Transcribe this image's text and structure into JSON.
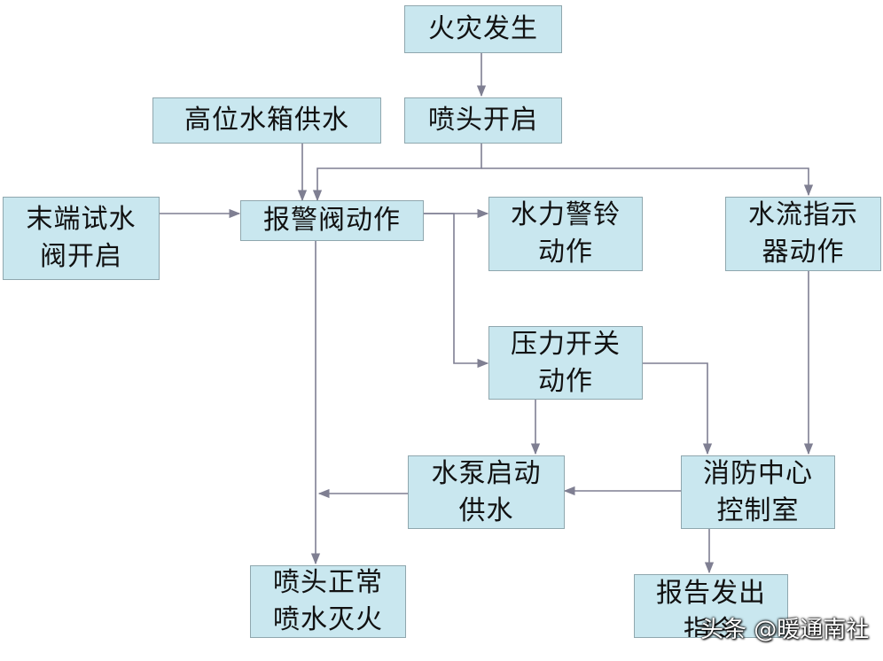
{
  "diagram": {
    "nodes": {
      "fire": "火灾发生",
      "sprinkler_open": "喷头开启",
      "tank_supply": "高位水箱供水",
      "end_test_valve": "末端试水\n阀开启",
      "alarm_valve": "报警阀动作",
      "water_bell": "水力警铃\n动作",
      "flow_indicator": "水流指示\n器动作",
      "pressure_switch": "压力开关\n动作",
      "pump_start": "水泵启动\n供水",
      "fire_center": "消防中心\n控制室",
      "normal_spray": "喷头正常\n喷水灭火",
      "report": "报告发出\n指令"
    },
    "edges": [
      {
        "from": "fire",
        "to": "sprinkler_open"
      },
      {
        "from": "sprinkler_open",
        "to": "alarm_valve"
      },
      {
        "from": "sprinkler_open",
        "to": "flow_indicator"
      },
      {
        "from": "tank_supply",
        "to": "alarm_valve"
      },
      {
        "from": "end_test_valve",
        "to": "alarm_valve"
      },
      {
        "from": "alarm_valve",
        "to": "water_bell"
      },
      {
        "from": "alarm_valve",
        "to": "pressure_switch"
      },
      {
        "from": "alarm_valve",
        "to": "normal_spray"
      },
      {
        "from": "pressure_switch",
        "to": "pump_start"
      },
      {
        "from": "pressure_switch",
        "to": "fire_center"
      },
      {
        "from": "flow_indicator",
        "to": "fire_center"
      },
      {
        "from": "fire_center",
        "to": "pump_start"
      },
      {
        "from": "fire_center",
        "to": "report"
      },
      {
        "from": "pump_start",
        "to": "normal_spray"
      }
    ]
  },
  "watermark": "头条 @暖通南社"
}
